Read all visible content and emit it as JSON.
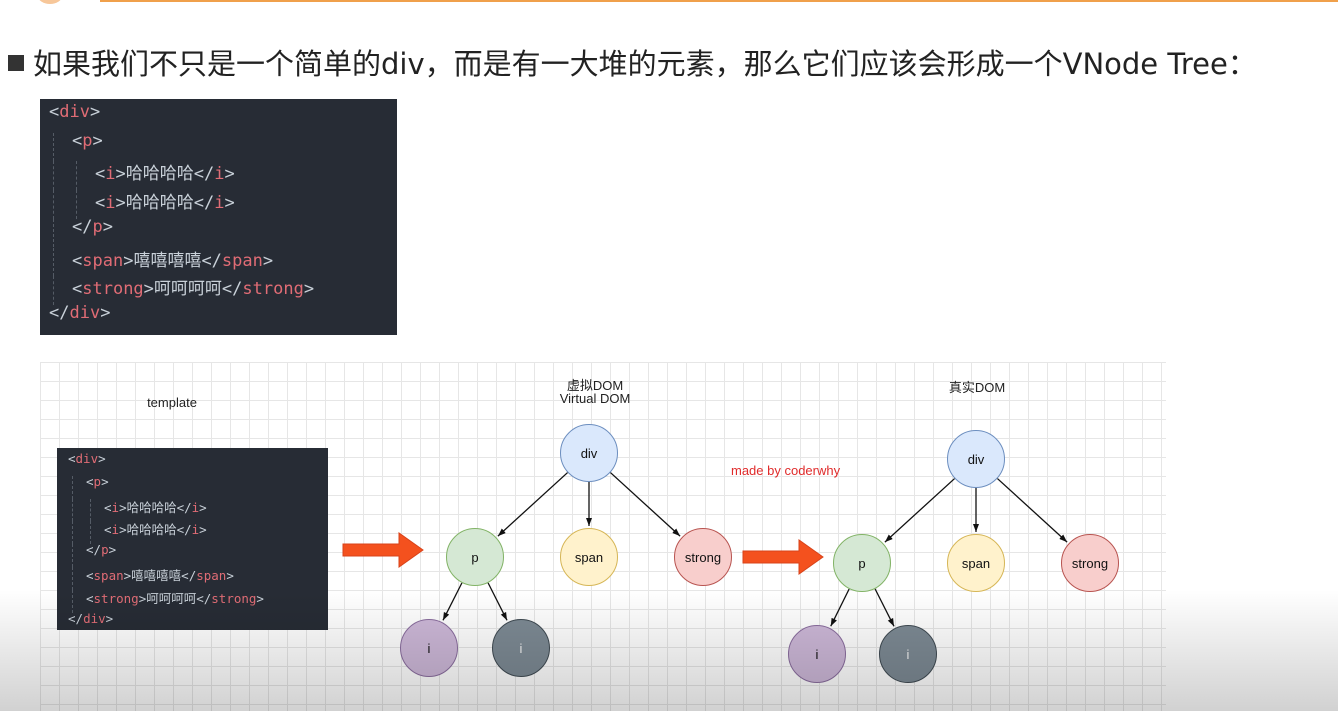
{
  "heading": "如果我们不只是一个简单的div，而是有一大堆的元素，那么它们应该会形成一个VNode Tree：",
  "code": {
    "lines": [
      {
        "indent": 0,
        "parts": [
          [
            "<",
            "br"
          ],
          [
            "div",
            "tag"
          ],
          [
            ">",
            "br"
          ]
        ]
      },
      {
        "indent": 1,
        "parts": [
          [
            "<",
            "br"
          ],
          [
            "p",
            "tag"
          ],
          [
            ">",
            "br"
          ]
        ]
      },
      {
        "indent": 2,
        "parts": [
          [
            "<",
            "br"
          ],
          [
            "i",
            "tag"
          ],
          [
            ">哈哈哈哈</",
            "br"
          ],
          [
            "i",
            "tag"
          ],
          [
            ">",
            "br"
          ]
        ]
      },
      {
        "indent": 2,
        "parts": [
          [
            "<",
            "br"
          ],
          [
            "i",
            "tag"
          ],
          [
            ">哈哈哈哈</",
            "br"
          ],
          [
            "i",
            "tag"
          ],
          [
            ">",
            "br"
          ]
        ]
      },
      {
        "indent": 1,
        "parts": [
          [
            "</",
            "br"
          ],
          [
            "p",
            "tag"
          ],
          [
            ">",
            "br"
          ]
        ]
      },
      {
        "indent": 1,
        "parts": [
          [
            "<",
            "br"
          ],
          [
            "span",
            "tag"
          ],
          [
            ">嘻嘻嘻嘻</",
            "br"
          ],
          [
            "span",
            "tag"
          ],
          [
            ">",
            "br"
          ]
        ]
      },
      {
        "indent": 1,
        "parts": [
          [
            "<",
            "br"
          ],
          [
            "strong",
            "tag"
          ],
          [
            ">呵呵呵呵</",
            "br"
          ],
          [
            "strong",
            "tag"
          ],
          [
            ">",
            "br"
          ]
        ]
      },
      {
        "indent": 0,
        "parts": [
          [
            "</",
            "br"
          ],
          [
            "div",
            "tag"
          ],
          [
            ">",
            "br"
          ]
        ]
      }
    ]
  },
  "diagram": {
    "template_label": "template",
    "virtual_label_cn": "虚拟DOM",
    "virtual_label_en": "Virtual DOM",
    "real_label": "真实DOM",
    "credit": "made by coderwhy",
    "trees": [
      {
        "name": "virtual",
        "nodes": {
          "div": "div",
          "p": "p",
          "span": "span",
          "strong": "strong",
          "i1": "i",
          "i2": "i"
        }
      },
      {
        "name": "real",
        "nodes": {
          "div": "div",
          "p": "p",
          "span": "span",
          "strong": "strong",
          "i1": "i",
          "i2": "i"
        }
      }
    ],
    "colors": {
      "div": {
        "fill": "#dae8fc",
        "stroke": "#6c8ebf"
      },
      "p": {
        "fill": "#d5e8d4",
        "stroke": "#82b366"
      },
      "span": {
        "fill": "#fff2cc",
        "stroke": "#d6b656"
      },
      "strong": {
        "fill": "#f8cecc",
        "stroke": "#b85450"
      },
      "i1": {
        "fill": "#cdb8d8",
        "stroke": "#8a6d9e"
      },
      "i2": {
        "fill": "#7d8a94",
        "stroke": "#3f4a52"
      },
      "arrow": "#f4511e"
    }
  }
}
